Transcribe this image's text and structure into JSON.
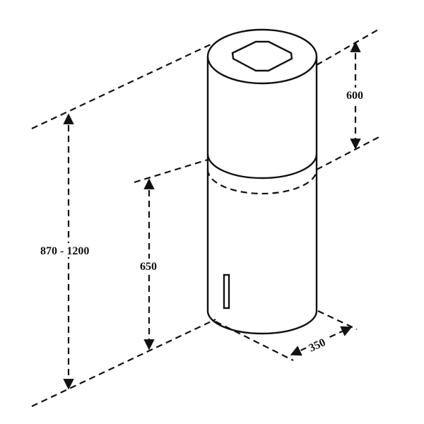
{
  "dimensions": {
    "chimney_height": "600",
    "total_height": "870 - 1200",
    "body_height": "650",
    "diameter": "350"
  },
  "colors": {
    "line": "#111111",
    "background": "#ffffff"
  }
}
